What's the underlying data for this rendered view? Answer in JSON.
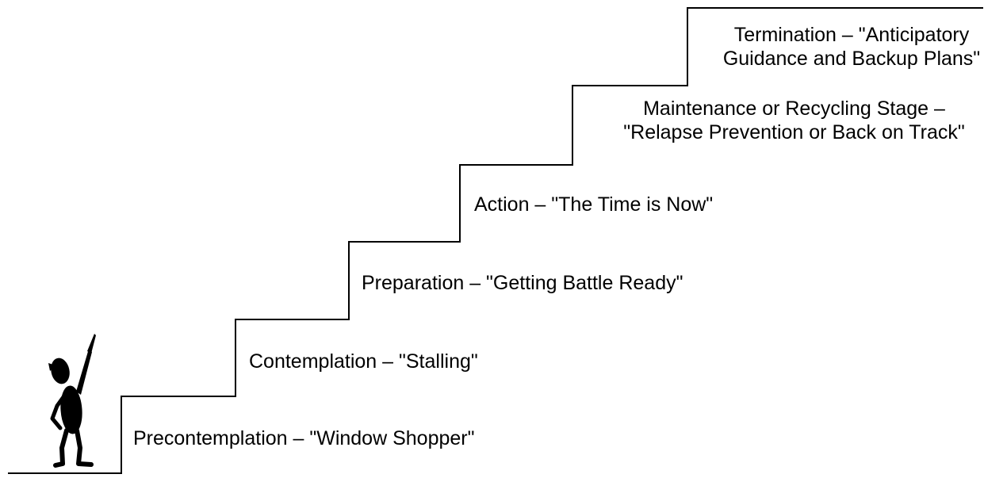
{
  "colors": {
    "line": "#000000",
    "figure": "#000000",
    "background": "#ffffff"
  },
  "figure_icon": "person-pointing-up-icon",
  "steps": [
    {
      "lines": [
        "Precontemplation – \"Window Shopper\""
      ]
    },
    {
      "lines": [
        "Contemplation – \"Stalling\""
      ]
    },
    {
      "lines": [
        "Preparation – \"Getting Battle Ready\""
      ]
    },
    {
      "lines": [
        "Action – \"The Time is Now\""
      ]
    },
    {
      "lines": [
        "Maintenance or Recycling Stage –",
        "\"Relapse Prevention or Back on Track\""
      ]
    },
    {
      "lines": [
        "Termination – \"Anticipatory",
        "Guidance and Backup Plans\""
      ]
    }
  ]
}
